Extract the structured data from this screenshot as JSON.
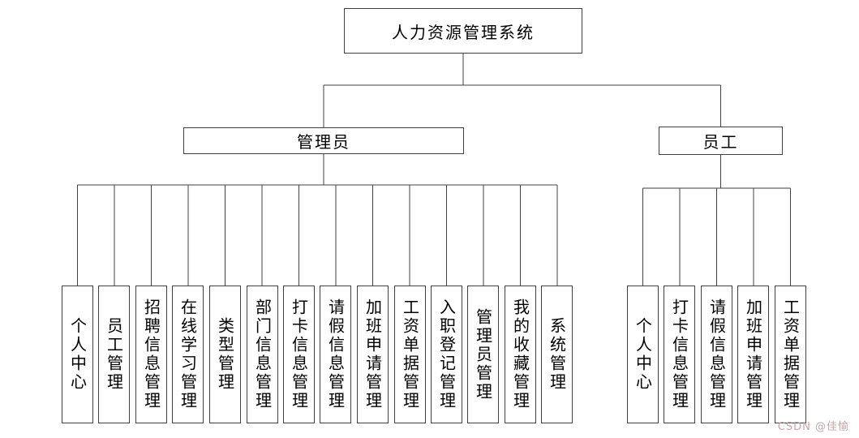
{
  "diagram": {
    "root_label": "人力资源管理系统",
    "branches": [
      {
        "label": "管理员",
        "children": [
          "个人中心",
          "员工管理",
          "招聘信息管理",
          "在线学习管理",
          "类型管理",
          "部门信息管理",
          "打卡信息管理",
          "请假信息管理",
          "加班申请管理",
          "工资单据管理",
          "入职登记管理",
          "管理员管理",
          "我的收藏管理",
          "系统管理"
        ]
      },
      {
        "label": "员工",
        "children": [
          "个人中心",
          "打卡信息管理",
          "请假信息管理",
          "加班申请管理",
          "工资单据管理"
        ]
      }
    ]
  },
  "watermark": {
    "text": "CSDN @佳愉"
  },
  "colors": {
    "line": "#404040",
    "box_border": "#404040",
    "box_fill": "#ffffff",
    "text": "#000000",
    "background": "#ffffff",
    "watermark": "#c4a4a4"
  }
}
